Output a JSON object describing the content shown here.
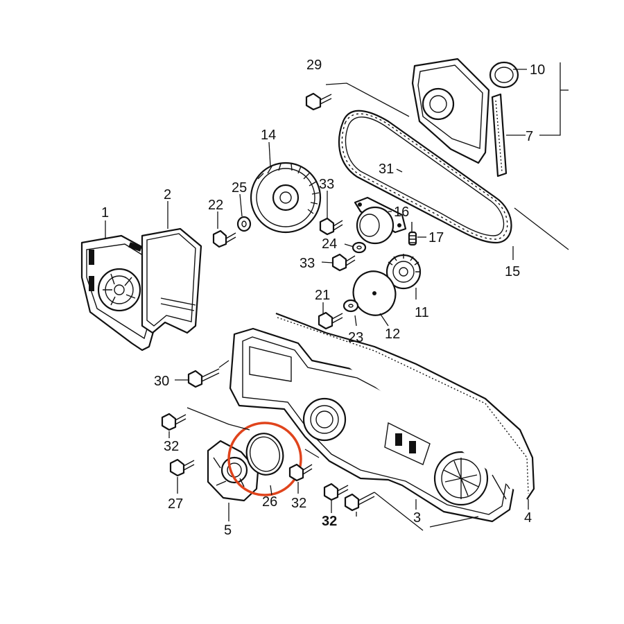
{
  "labels": {
    "p1": "1",
    "p2": "2",
    "p3": "3",
    "p4": "4",
    "p5": "5",
    "p7": "7",
    "p10": "10",
    "p11": "11",
    "p12": "12",
    "p14": "14",
    "p15": "15",
    "p16": "16",
    "p17": "17",
    "p21": "21",
    "p22": "22",
    "p23": "23",
    "p24": "24",
    "p25": "25",
    "p26": "26",
    "p27": "27",
    "p29": "29",
    "p30": "30",
    "p31": "31",
    "p32a": "32",
    "p32b": "32",
    "p32c": "32",
    "p33a": "33",
    "p33b": "33"
  },
  "highlight": {
    "part": "26",
    "color": "#e0441c"
  },
  "colors": {
    "line": "#111111",
    "background": "#ffffff"
  }
}
